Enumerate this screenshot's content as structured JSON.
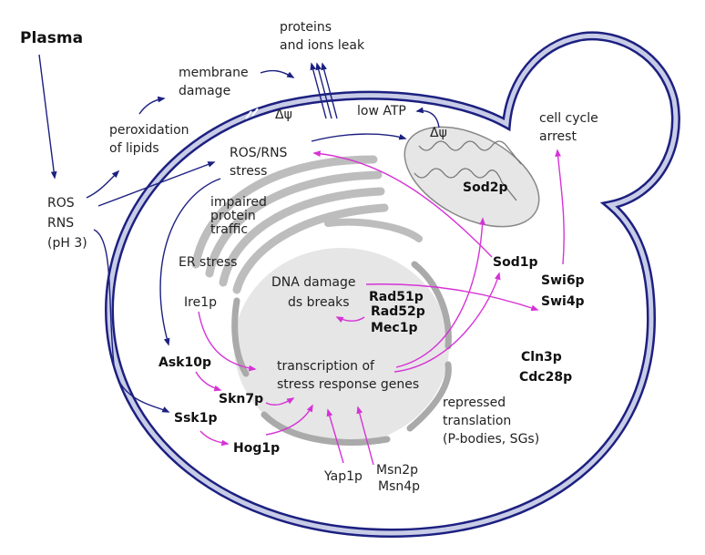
{
  "title": "Plasma",
  "colors": {
    "membrane_stroke": "#1c2080",
    "membrane_fill": "#c8cce6",
    "arrow_blue": "#1c2080",
    "arrow_magenta": "#d633d6",
    "organelle_fill": "#e6e6e6",
    "organelle_stroke": "#888888",
    "er_fill": "#bdbdbd"
  },
  "labels": {
    "plasma": "Plasma",
    "ros": "ROS",
    "rns": "RNS",
    "ph": "(pH 3)",
    "peroxidation_1": "peroxidation",
    "peroxidation_2": "of lipids",
    "membrane_damage_1": "membrane",
    "membrane_damage_2": "damage",
    "leak_1": "proteins",
    "leak_2": "and ions leak",
    "delta_psi_membrane": "Δψ",
    "low_atp": "low ATP",
    "delta_psi_mito": "Δψ",
    "cell_cycle_1": "cell cycle",
    "cell_cycle_2": "arrest",
    "ros_stress_1": "ROS/RNS",
    "ros_stress_2": "stress",
    "impaired_1": "impaired",
    "impaired_2": "protein",
    "impaired_3": "traffic",
    "er_stress": "ER stress",
    "ire1p": "Ire1p",
    "dna_damage_1": "DNA damage",
    "dna_damage_2": "ds breaks",
    "rad51p": "Rad51p",
    "rad52p": "Rad52p",
    "mec1p": "Mec1p",
    "sod2p": "Sod2p",
    "sod1p": "Sod1p",
    "swi6p": "Swi6p",
    "swi4p": "Swi4p",
    "cln3p": "Cln3p",
    "cdc28p": "Cdc28p",
    "transcription_1": "transcription of",
    "transcription_2": "stress response genes",
    "ask10p": "Ask10p",
    "skn7p": "Skn7p",
    "ssk1p": "Ssk1p",
    "hog1p": "Hog1p",
    "yap1p": "Yap1p",
    "msn2p": "Msn2p",
    "msn4p": "Msn4p",
    "repressed_1": "repressed",
    "repressed_2": "translation",
    "repressed_3": "(P-bodies, SGs)"
  }
}
